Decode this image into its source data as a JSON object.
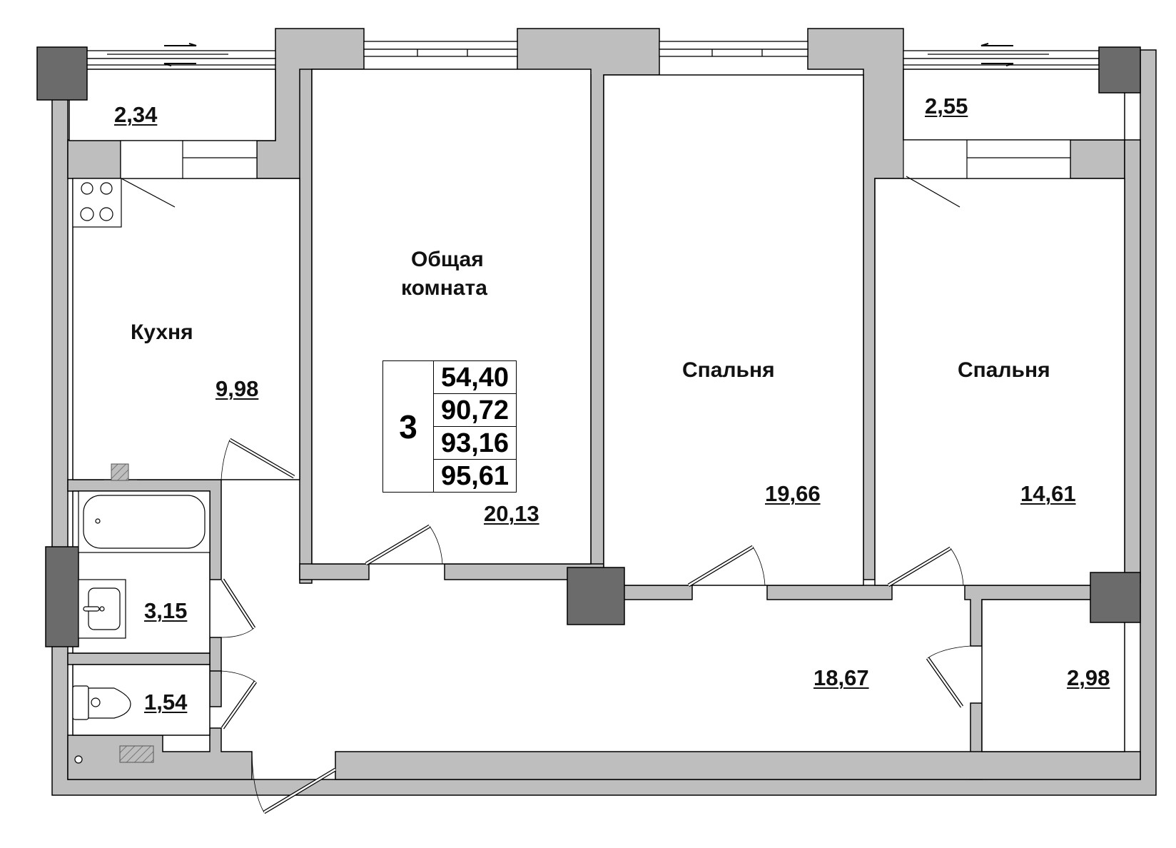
{
  "plan": {
    "title": "3-room apartment floor plan",
    "colors": {
      "wall": "#bebebe",
      "column": "#6b6b6b",
      "line": "#000000",
      "background": "#ffffff"
    }
  },
  "summary": {
    "rooms_count": "3",
    "areas": [
      "54,40",
      "90,72",
      "93,16",
      "95,61"
    ]
  },
  "rooms": {
    "balcony_left": {
      "area": "2,34"
    },
    "balcony_right": {
      "area": "2,55"
    },
    "kitchen": {
      "name": "Кухня",
      "area": "9,98"
    },
    "living": {
      "name_line1": "Общая",
      "name_line2": "комната",
      "area": "20,13"
    },
    "bedroom1": {
      "name": "Спальня",
      "area": "19,66"
    },
    "bedroom2": {
      "name": "Спальня",
      "area": "14,61"
    },
    "bathroom": {
      "area": "3,15"
    },
    "toilet": {
      "area": "1,54"
    },
    "hall": {
      "area": "18,67"
    },
    "storage": {
      "area": "2,98"
    }
  }
}
